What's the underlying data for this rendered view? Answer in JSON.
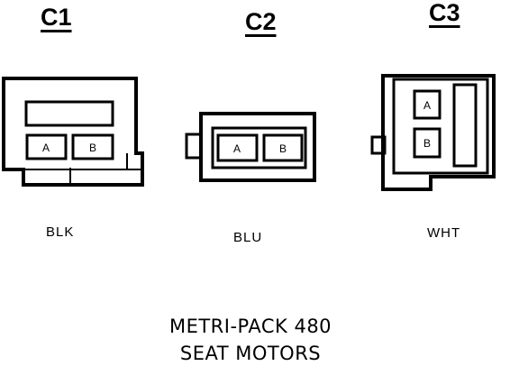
{
  "connectors": [
    {
      "id": "c1",
      "title": "C1",
      "color": "BLK",
      "pins": [
        "A",
        "B"
      ]
    },
    {
      "id": "c2",
      "title": "C2",
      "color": "BLU",
      "pins": [
        "A",
        "B"
      ]
    },
    {
      "id": "c3",
      "title": "C3",
      "color": "WHT",
      "pins": [
        "A",
        "B"
      ]
    }
  ],
  "footer": {
    "line1": "METRI-PACK 480",
    "line2": "SEAT MOTORS"
  },
  "colors": {
    "ink": "#000000",
    "paper": "#ffffff"
  }
}
